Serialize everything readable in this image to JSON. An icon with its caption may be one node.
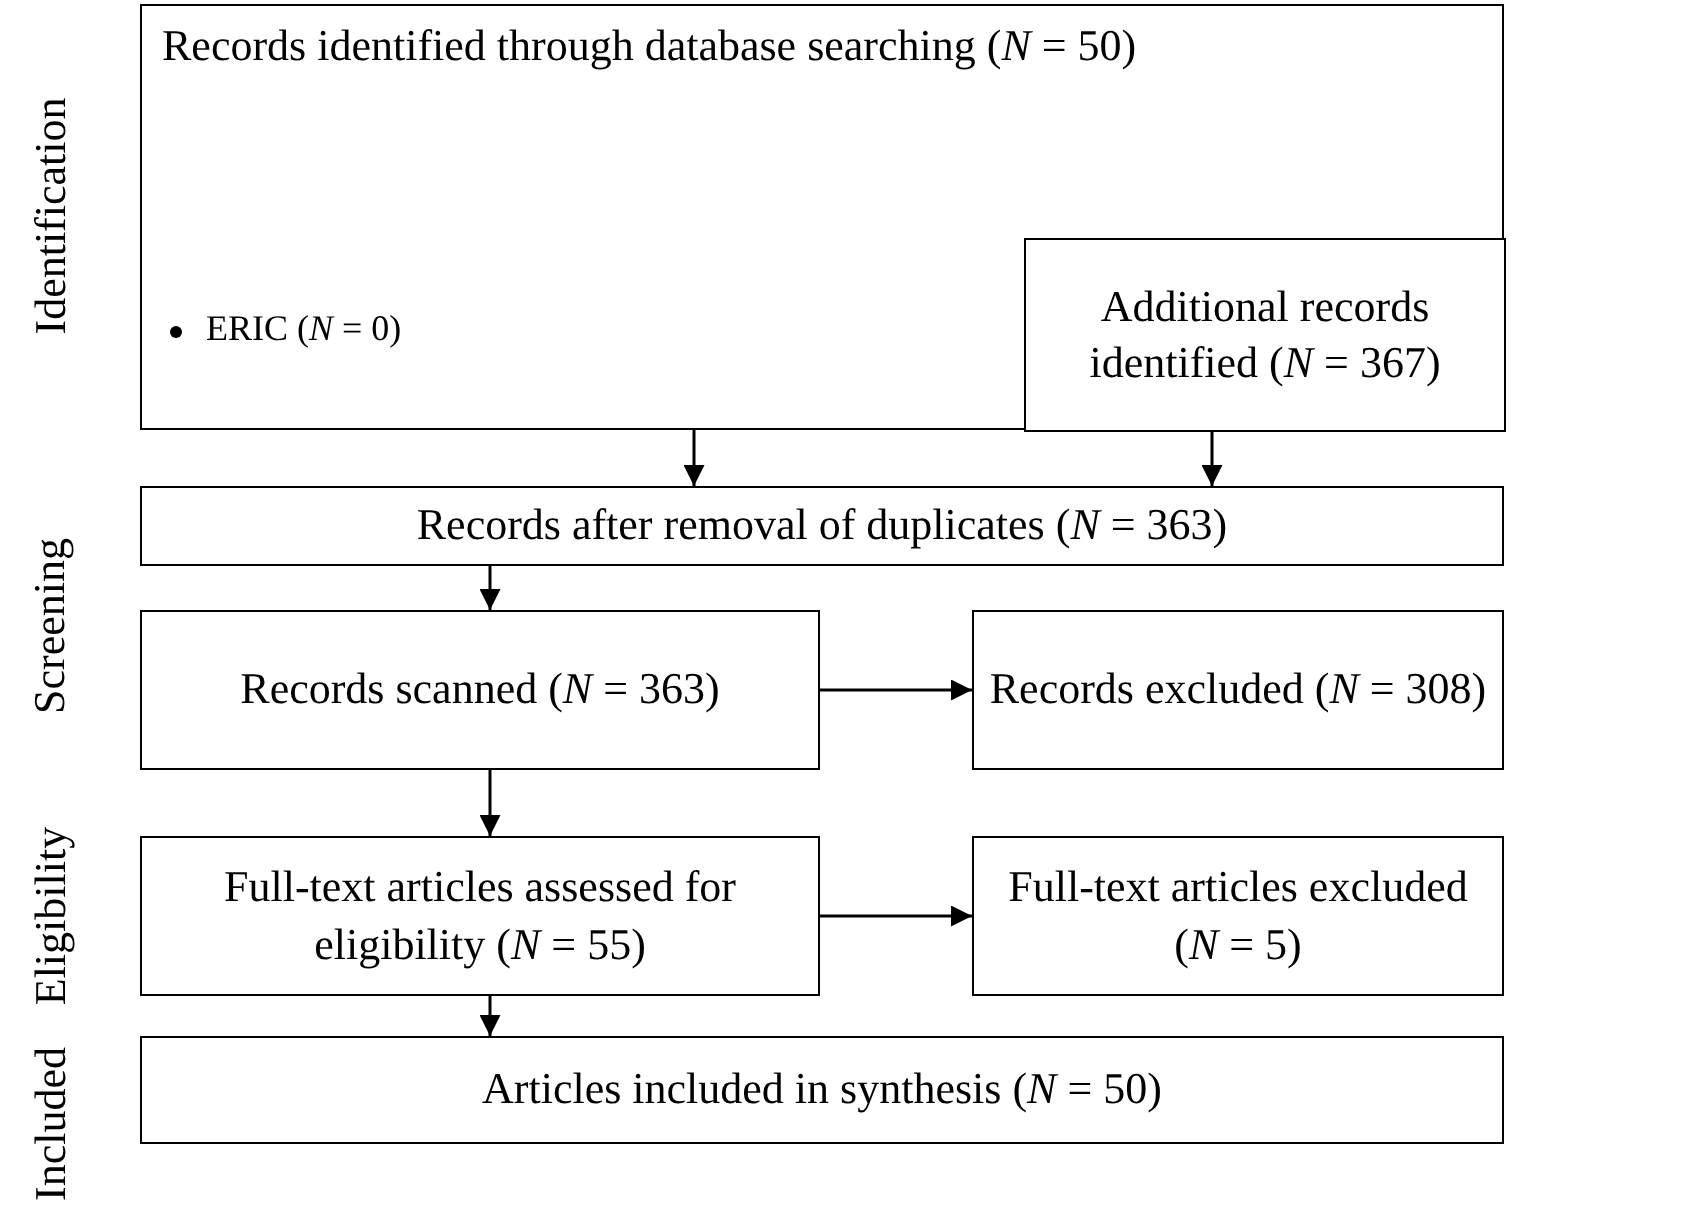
{
  "diagram": {
    "nodes": [
      {
        "text": [
          "Records identified through database searching (*N* = 50)",
          "ERIC (*N* = 0)"
        ]
      },
      {
        "text": [
          "Additional records identified (*N* = 367)"
        ],
        "in": 0
      },
      {
        "text": [
          "Records after removal of duplicates (*N* = 363)"
        ]
      },
      {
        "text": [
          "Records scanned (*N* = 363)"
        ]
      },
      {
        "text": [
          "Records excluded (*N* = 308)"
        ]
      },
      {
        "text": [
          "Full-text articles assessed for eligibility (*N* = 55)"
        ]
      },
      {
        "text": [
          "Full-text articles excluded (*N* = 5)"
        ]
      },
      {
        "text": [
          "Articles included in synthesis (*N* = 50)"
        ]
      }
    ],
    "edges": [
      {
        "from": 0,
        "to": 2,
        "arrow": "to"
      },
      {
        "from": 1,
        "to": 2,
        "arrow": "to"
      },
      {
        "from": 2,
        "to": 3,
        "arrow": "to"
      },
      {
        "from": 3,
        "to": 4,
        "arrow": "to"
      },
      {
        "from": 3,
        "to": 5,
        "arrow": "to"
      },
      {
        "from": 5,
        "to": 6,
        "arrow": "to"
      },
      {
        "from": 5,
        "to": 7,
        "arrow": "to"
      }
    ],
    "labels": [
      "Identification",
      "Screening",
      "Eligibility",
      "Included"
    ]
  }
}
